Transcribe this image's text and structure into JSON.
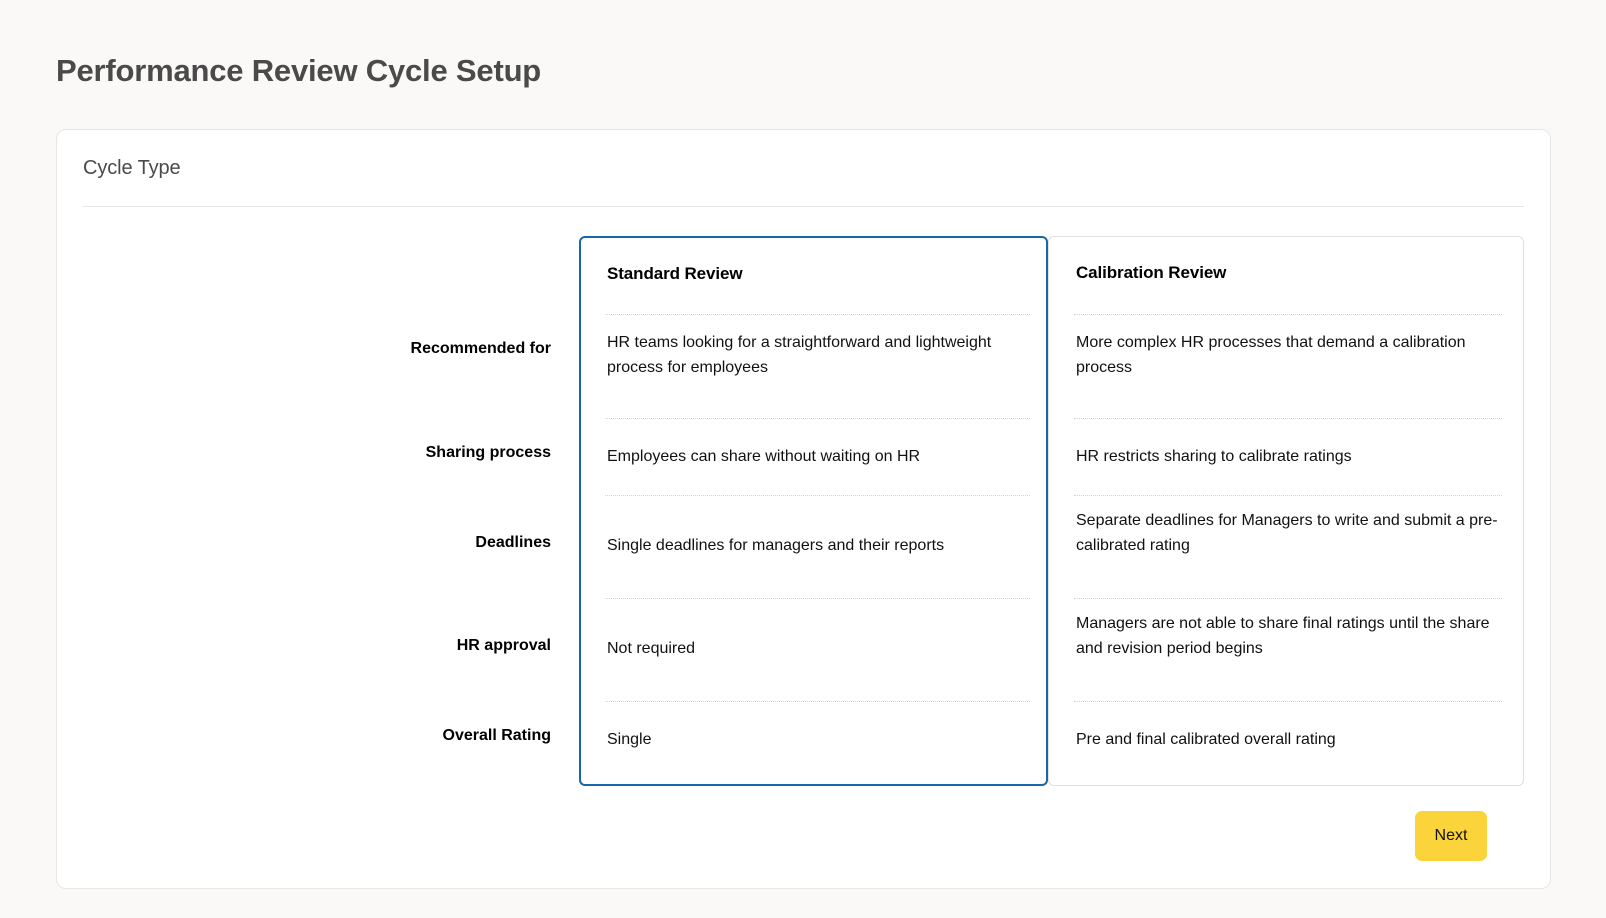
{
  "page": {
    "title": "Performance Review Cycle Setup"
  },
  "panel": {
    "header": "Cycle Type"
  },
  "comparison": {
    "row_labels": [
      "Recommended for",
      "Sharing process",
      "Deadlines",
      "HR approval",
      "Overall Rating"
    ],
    "options": [
      {
        "name": "Standard Review",
        "selected": true,
        "accent_color": "#1668a8",
        "cells": [
          "HR teams looking for a straightforward and lightweight process for employees",
          "Employees can share without waiting on HR",
          "Single deadlines for managers and their reports",
          "Not required",
          "Single"
        ]
      },
      {
        "name": "Calibration Review",
        "selected": false,
        "accent_color": "#e2e0de",
        "cells": [
          "More complex HR processes that demand a calibration process",
          "HR restricts sharing to calibrate ratings",
          "Separate deadlines for Managers to write and submit a pre-calibrated rating",
          "Managers are not able to share final ratings until the share and revision period begins",
          "Pre and final calibrated overall rating"
        ]
      }
    ]
  },
  "footer": {
    "next_label": "Next"
  },
  "colors": {
    "page_background": "#faf9f8",
    "card_background": "#ffffff",
    "selected_border": "#1668a8",
    "unselected_border": "#e2e0de",
    "divider": "#e8e6e4",
    "dotted_rule": "#d4d2d0",
    "primary_button": "#fbd43c",
    "title_text": "#4a4a4a",
    "body_text": "#111111"
  }
}
